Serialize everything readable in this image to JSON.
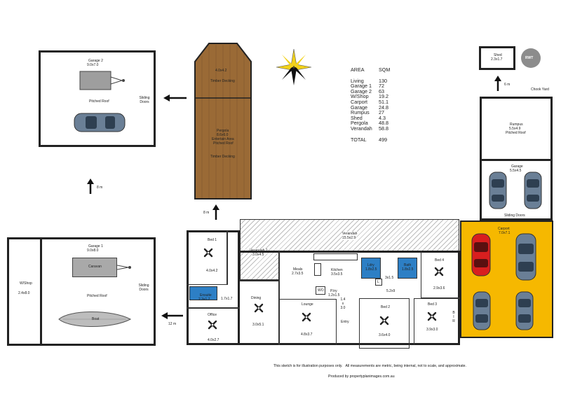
{
  "area_table": {
    "header": {
      "area": "AREA",
      "sqm": "SQM"
    },
    "rows": [
      {
        "name": "Living",
        "sqm": "130"
      },
      {
        "name": "Garage 1",
        "sqm": "72"
      },
      {
        "name": "Garage 2",
        "sqm": "63"
      },
      {
        "name": "W/Shop",
        "sqm": "19.2"
      },
      {
        "name": "Carport",
        "sqm": "51.1"
      },
      {
        "name": "Garage",
        "sqm": "24.8"
      },
      {
        "name": "Rumpus",
        "sqm": "27"
      },
      {
        "name": "Shed",
        "sqm": "4.3"
      },
      {
        "name": "Pergola",
        "sqm": "48.8"
      },
      {
        "name": "Verandah",
        "sqm": "58.8"
      }
    ],
    "total": {
      "name": "TOTAL",
      "sqm": "499"
    }
  },
  "garage2": {
    "title": "Garage 2",
    "dims": "9.0x7.0",
    "roof": "Pitched Roof",
    "door": "Sliding Doors"
  },
  "pergola": {
    "top_dims": "4.0x4.2",
    "top_label": "Timber Decking",
    "title": "Pergola",
    "dims": "8.6x6.0",
    "sub1": "Entertain Area",
    "sub2": "Pitched Roof",
    "deck": "Timber Decking"
  },
  "shed": {
    "title": "Shed",
    "dims": "2.3x1.7",
    "tank": "RWT"
  },
  "chook_yard": "Chook Yard",
  "rumpus": {
    "title": "Rumpus",
    "dims": "5.5x4.9",
    "roof": "Pitched Roof"
  },
  "garage": {
    "title": "Garage",
    "dims": "5.5x4.5",
    "door": "Sliding Doors"
  },
  "carport": {
    "title": "Carport",
    "dims": "7.0x7.1"
  },
  "garage1": {
    "title": "Garage 1",
    "dims": "9.0x8.0",
    "caravan": "Caravan",
    "roof": "Pitched Roof",
    "door": "Sliding Doors",
    "boat": "Boat"
  },
  "wshop": {
    "title": "W/Shop",
    "dims": "2.4x8.0"
  },
  "distances": {
    "d1": "8 m",
    "d2": "8 m",
    "d3": "12 m",
    "d4": "6 m"
  },
  "house": {
    "verandah": {
      "title": "Verandah",
      "dims": "15.5x2.9"
    },
    "verandah1": {
      "title": "Verandah 1",
      "dims": "3.0x4.5"
    },
    "bed1": {
      "title": "Bed 1",
      "dims": "4.0x4.2"
    },
    "ensuite": {
      "title": "Ensuite",
      "dims": "2.3x1.7"
    },
    "robe": "1.7x1.7",
    "office": {
      "title": "Office",
      "dims": "4.0x2.7"
    },
    "dining": {
      "title": "Dining",
      "dims": "3.0x5.1"
    },
    "meals": {
      "title": "Meals",
      "dims": "2.7x3.5"
    },
    "kitchen": {
      "title": "Kitchen",
      "dims": "3.5x3.5"
    },
    "ldry": {
      "title": "Ldry",
      "dims": "1.8x2.5"
    },
    "bath": {
      "title": "Bath",
      "dims": "1.8x2.5"
    },
    "small": "3x1.5",
    "wo": "WO",
    "l": "L",
    "pantry": {
      "title": "P.try",
      "dims": "1.2x1.5"
    },
    "hall": "5.2x9",
    "lounge": {
      "title": "Lounge",
      "dims": "4.8x3.7"
    },
    "entry": {
      "title": "Entry",
      "dims": "1.4\nx\n3.0"
    },
    "bed2": {
      "title": "Bed 2",
      "dims": "3.6x4.0"
    },
    "bed3": {
      "title": "Bed 3",
      "dims": "3.9x3.0"
    },
    "bed4": {
      "title": "Bed 4",
      "dims": "2.9x3.6"
    },
    "bir": "B\nI\nR"
  },
  "disclaimer": "This sketch is for illustration purposes only.   All measurements are metric, being internal, not to scale, and approximate.",
  "produced_by": "Produced by propertyplanimages.com.au",
  "colors": {
    "wet_areas": "#2d7fc5",
    "carport": "#f6b800",
    "decking": "#9a6a36"
  }
}
